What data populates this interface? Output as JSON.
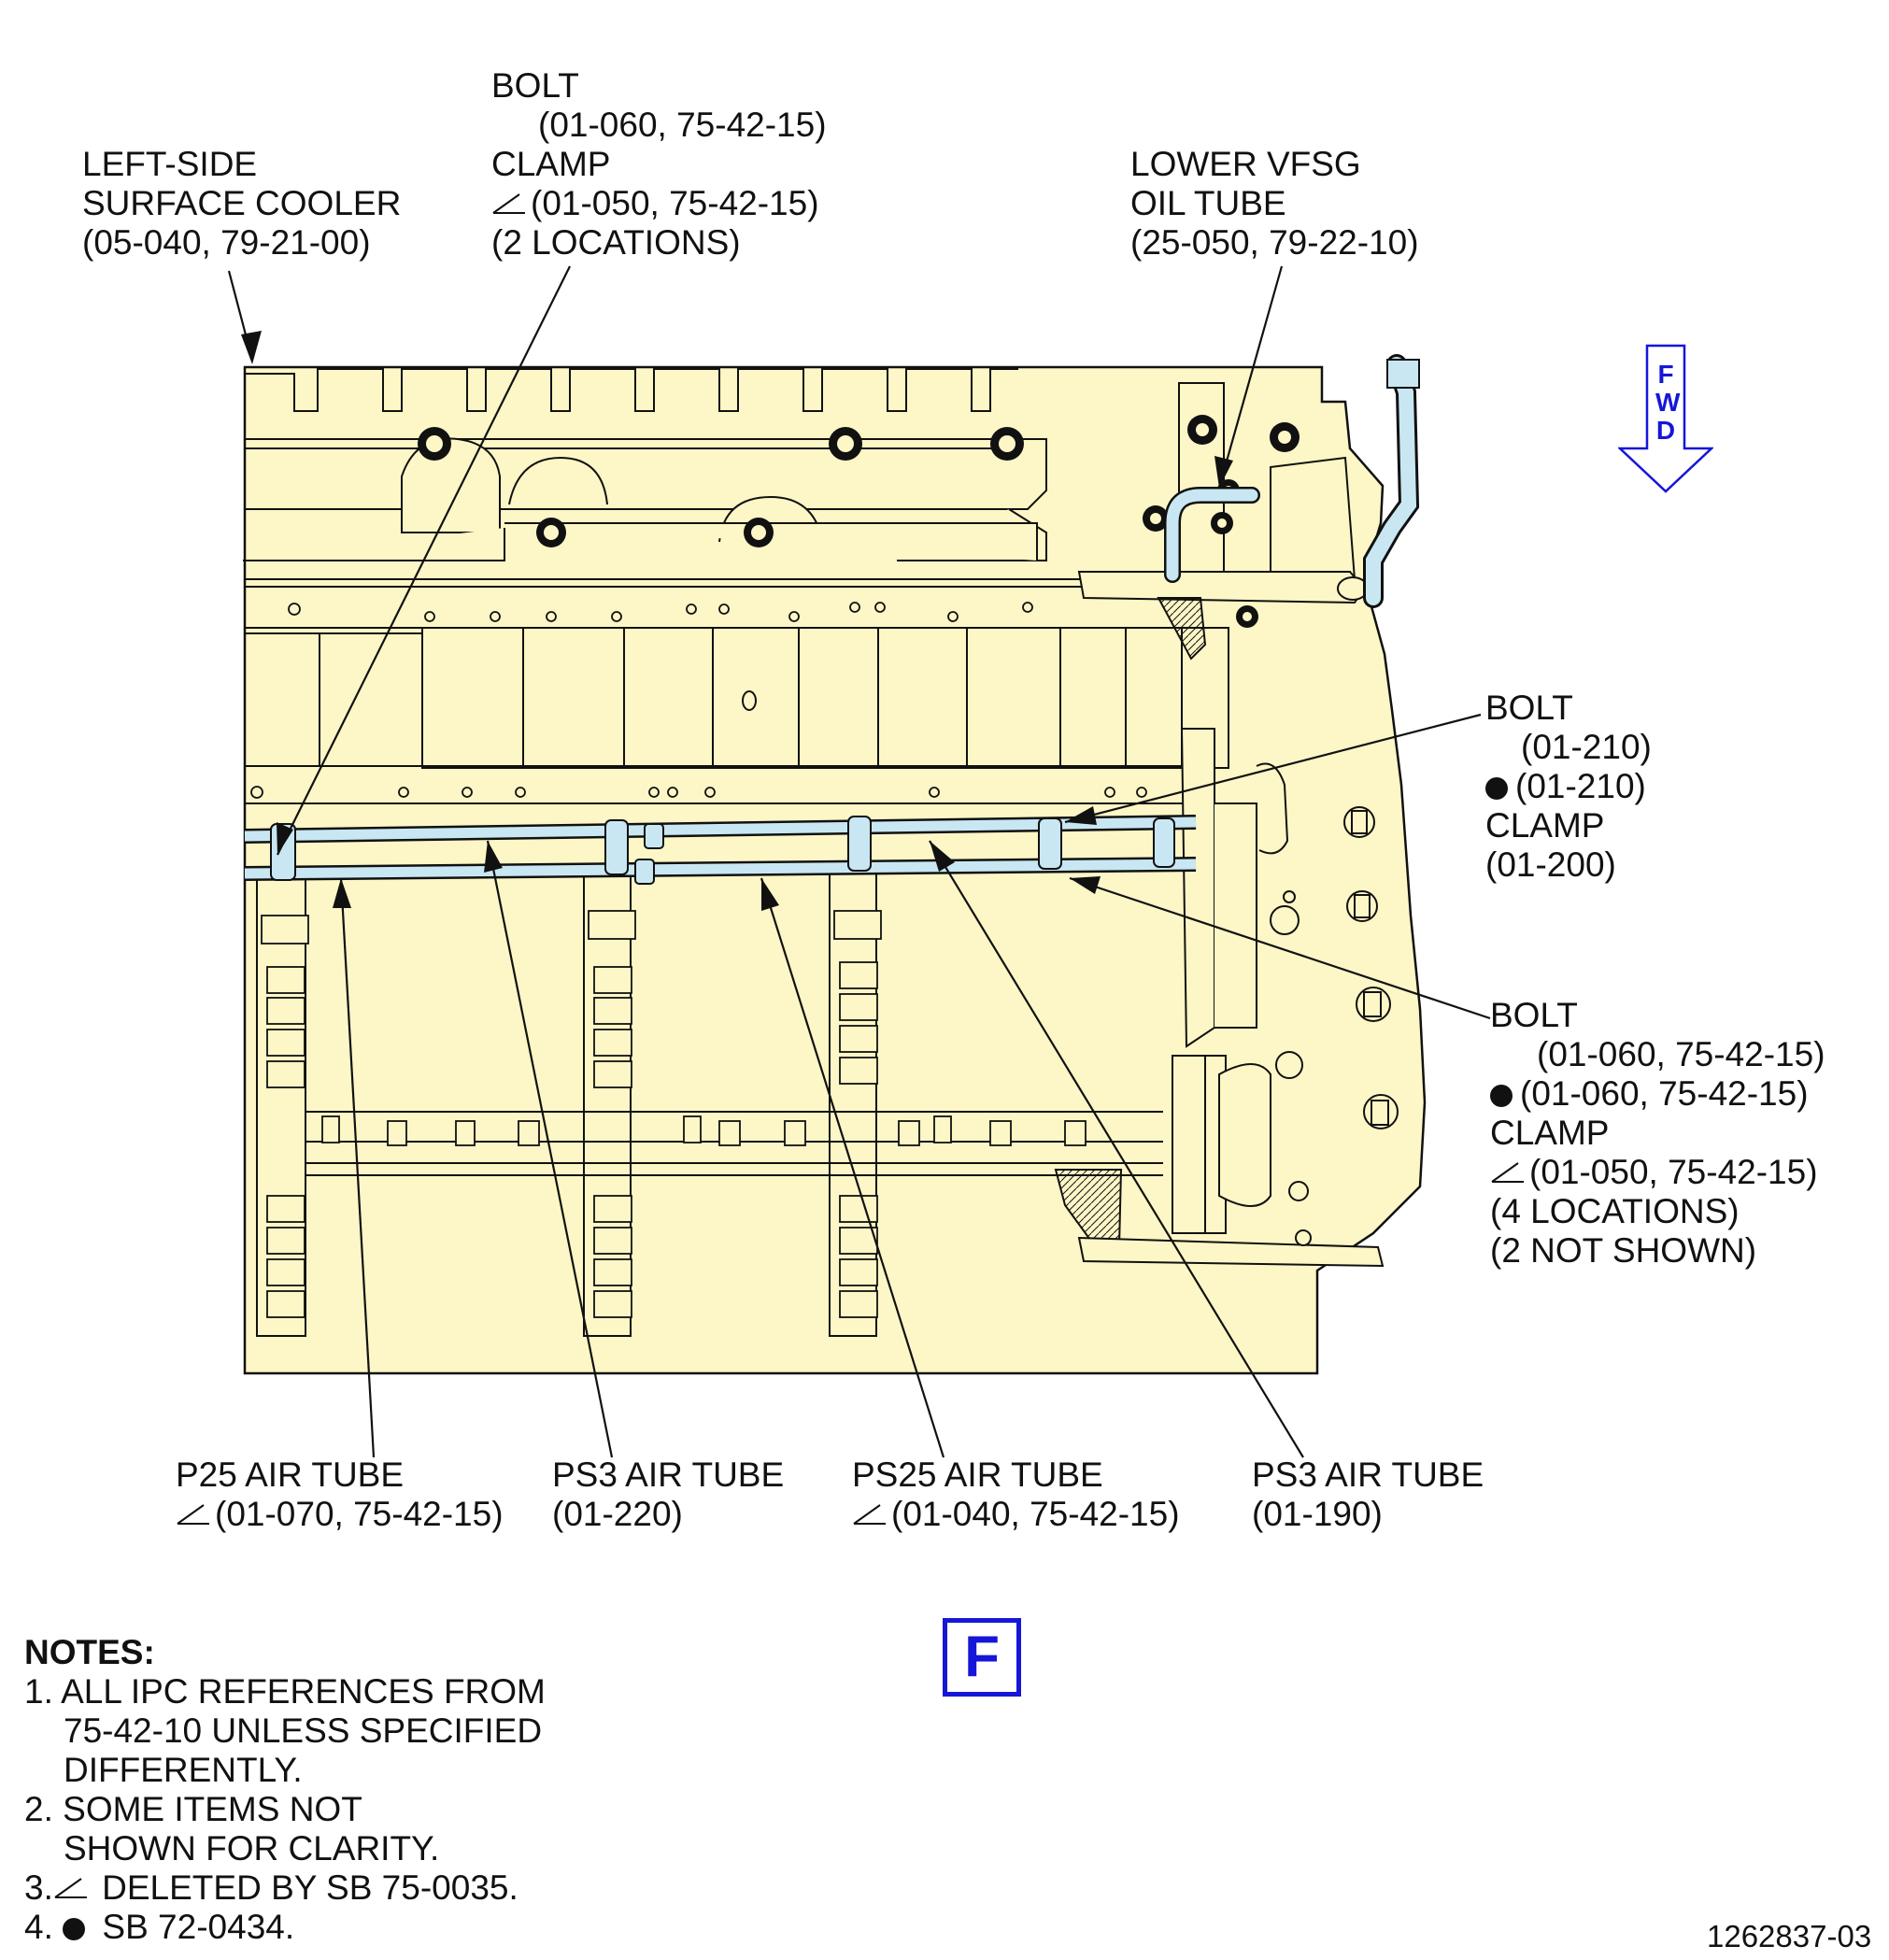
{
  "labels": {
    "surface_cooler": {
      "line1": "LEFT-SIDE",
      "line2": "SURFACE COOLER",
      "line3": "(05-040, 79-21-00)"
    },
    "bolt_clamp_top": {
      "line1": "BOLT",
      "line2": "(01-060, 75-42-15)",
      "line3": "CLAMP",
      "line4": "(01-050, 75-42-15)",
      "line5": "(2 LOCATIONS)"
    },
    "lower_vfsg": {
      "line1": "LOWER VFSG",
      "line2": "OIL TUBE",
      "line3": "(25-050, 79-22-10)"
    },
    "bolt_clamp_right1": {
      "line1": "BOLT",
      "line2": "(01-210)",
      "line3": "(01-210)",
      "line4": "CLAMP",
      "line5": "(01-200)"
    },
    "bolt_clamp_right2": {
      "line1": "BOLT",
      "line2": "(01-060, 75-42-15)",
      "line3": "(01-060, 75-42-15)",
      "line4": "CLAMP",
      "line5": "(01-050, 75-42-15)",
      "line6": "(4 LOCATIONS)",
      "line7": "(2 NOT SHOWN)"
    },
    "p25_tube": {
      "line1": "P25 AIR TUBE",
      "line2": "(01-070, 75-42-15)"
    },
    "ps3_tube_a": {
      "line1": "PS3 AIR TUBE",
      "line2": "(01-220)"
    },
    "ps25_tube": {
      "line1": "PS25 AIR TUBE",
      "line2": "(01-040, 75-42-15)"
    },
    "ps3_tube_b": {
      "line1": "PS3 AIR TUBE",
      "line2": "(01-190)"
    }
  },
  "fwd": "FWD",
  "view_letter": "F",
  "notes": {
    "title": "NOTES:",
    "n1a": "1. ALL IPC REFERENCES FROM",
    "n1b": "75-42-10 UNLESS SPECIFIED",
    "n1c": "DIFFERENTLY.",
    "n2a": "2. SOME ITEMS NOT",
    "n2b": "SHOWN FOR CLARITY.",
    "n3_prefix": "3.",
    "n3": "DELETED BY SB 75-0035.",
    "n4_prefix": "4.",
    "n4": "SB 72-0434."
  },
  "figure_number": "1262837-03",
  "colors": {
    "part_fill": "#fdf6c6",
    "tube_fill": "#c8e7f2",
    "accent_blue": "#1616d8",
    "line": "#111111"
  }
}
